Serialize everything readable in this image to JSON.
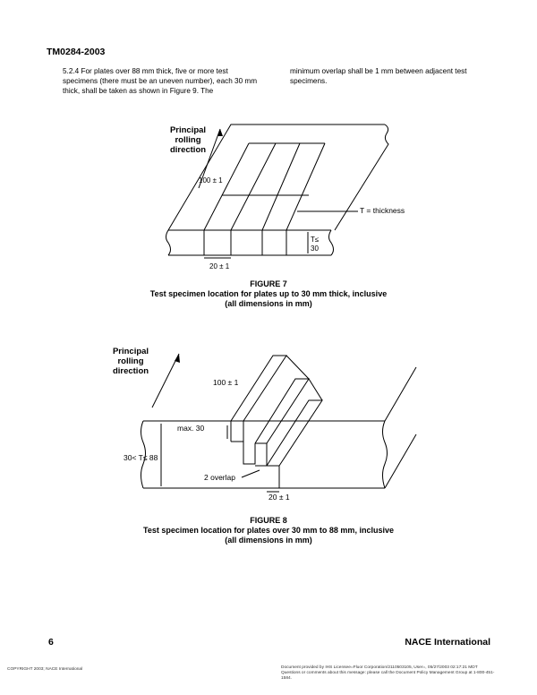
{
  "header": {
    "doc_id": "TM0284-2003"
  },
  "section": {
    "left_text": "5.2.4  For plates over 88 mm thick, five or more test specimens (there must be an uneven number), each 30 mm thick, shall be taken as shown in Figure 9.  The",
    "right_text": "minimum overlap shall be 1 mm between adjacent test specimens."
  },
  "figure7": {
    "rolling_label_1": "Principal",
    "rolling_label_2": "rolling",
    "rolling_label_3": "direction",
    "length_label": "100 ± 1",
    "thickness_note": "T = thickness",
    "t_label_1": "T≤",
    "t_label_2": "30",
    "width_label": "20 ± 1",
    "caption_title": "FIGURE 7",
    "caption_line1": "Test specimen location for plates up to 30 mm thick, inclusive",
    "caption_line2": "(all dimensions in mm)"
  },
  "figure8": {
    "rolling_label_1": "Principal",
    "rolling_label_2": "rolling",
    "rolling_label_3": "direction",
    "length_label": "100 ± 1",
    "max_label": "max. 30",
    "t_range_label": "30< T≤ 88",
    "overlap_label": "2 overlap",
    "width_label": "20 ± 1",
    "caption_title": "FIGURE 8",
    "caption_line1": "Test specimen location for plates over 30 mm to 88 mm, inclusive",
    "caption_line2": "(all dimensions in mm)"
  },
  "footer": {
    "page_number": "6",
    "organization": "NACE International",
    "copyright": "COPYRIGHT 2003; NACE International",
    "provided_by": "Document provided by IHS Licensee=Fluor Corporation/2110503105, User=, 05/27/2003 02:17:21 MDT Questions or comments about this message: please call the Document Policy Management Group at 1-800-451-1584."
  }
}
